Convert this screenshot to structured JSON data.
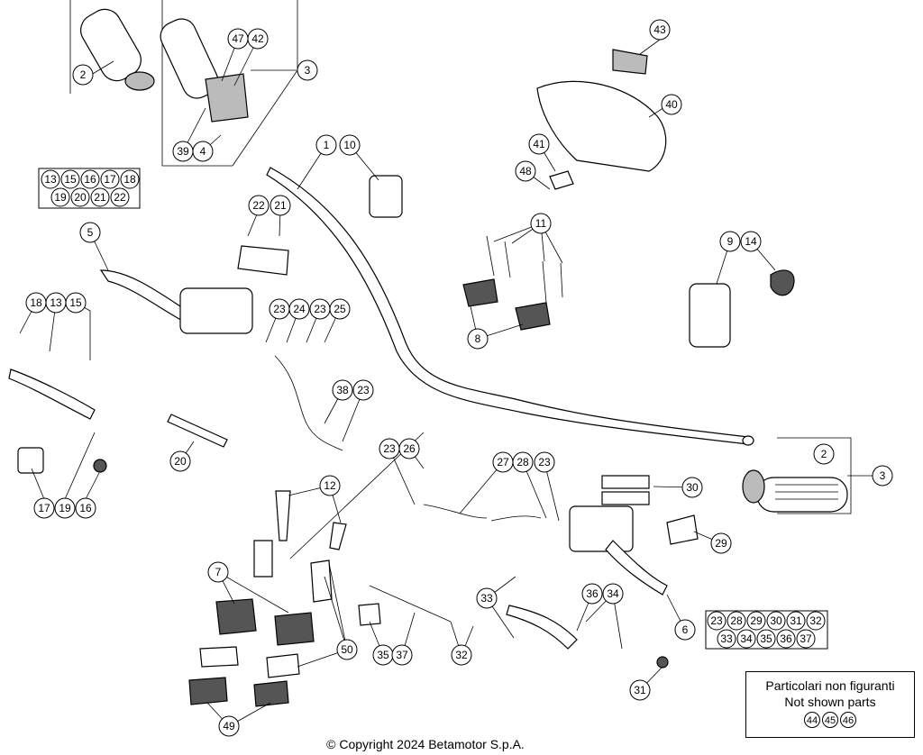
{
  "callouts": [
    {
      "label": "1"
    },
    {
      "label": "2"
    },
    {
      "label": "3"
    },
    {
      "label": "4"
    },
    {
      "label": "5"
    },
    {
      "label": "6"
    },
    {
      "label": "7"
    },
    {
      "label": "8"
    },
    {
      "label": "9"
    },
    {
      "label": "10"
    },
    {
      "label": "11"
    },
    {
      "label": "12"
    },
    {
      "label": "13"
    },
    {
      "label": "14"
    },
    {
      "label": "15"
    },
    {
      "label": "16"
    },
    {
      "label": "17"
    },
    {
      "label": "18"
    },
    {
      "label": "19"
    },
    {
      "label": "20"
    },
    {
      "label": "21"
    },
    {
      "label": "22"
    },
    {
      "label": "23"
    },
    {
      "label": "24"
    },
    {
      "label": "25"
    },
    {
      "label": "26"
    },
    {
      "label": "27"
    },
    {
      "label": "28"
    },
    {
      "label": "29"
    },
    {
      "label": "30"
    },
    {
      "label": "31"
    },
    {
      "label": "32"
    },
    {
      "label": "33"
    },
    {
      "label": "34"
    },
    {
      "label": "35"
    },
    {
      "label": "36"
    },
    {
      "label": "37"
    },
    {
      "label": "38"
    },
    {
      "label": "39"
    },
    {
      "label": "40"
    },
    {
      "label": "41"
    },
    {
      "label": "42"
    },
    {
      "label": "43"
    },
    {
      "label": "47"
    },
    {
      "label": "48"
    },
    {
      "label": "49"
    },
    {
      "label": "50"
    }
  ],
  "group_box_5": [
    "13",
    "15",
    "16",
    "17",
    "18",
    "19",
    "20",
    "21",
    "22"
  ],
  "group_box_6": [
    "23",
    "28",
    "29",
    "30",
    "31",
    "32",
    "33",
    "34",
    "35",
    "36",
    "37"
  ],
  "not_shown_box": {
    "title_it": "Particolari non figuranti",
    "title_en": "Not shown parts",
    "parts": [
      "44",
      "45",
      "46"
    ]
  },
  "copyright": "© Copyright 2024 Betamotor S.p.A."
}
